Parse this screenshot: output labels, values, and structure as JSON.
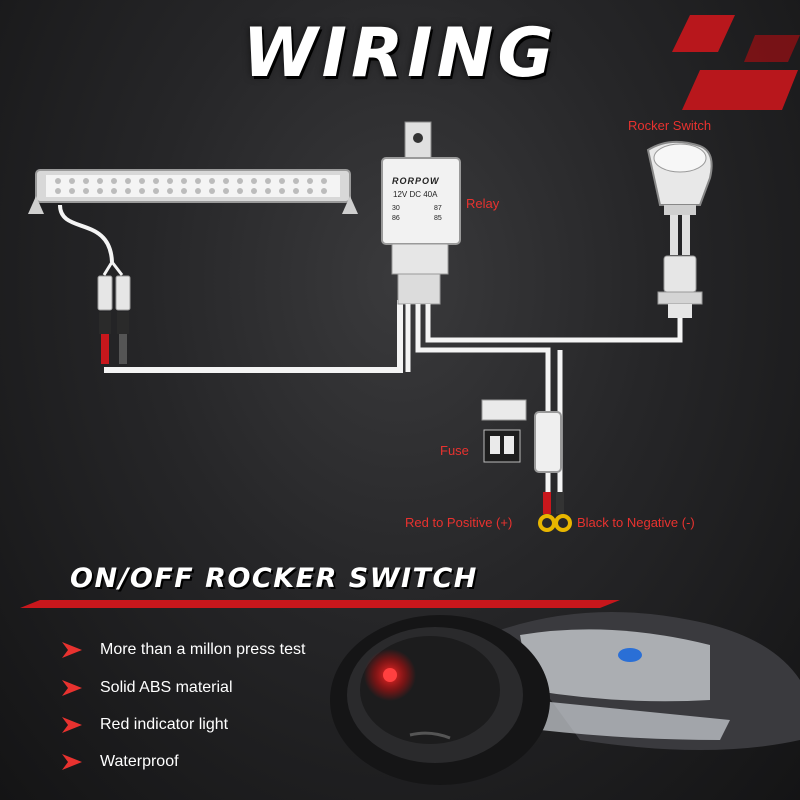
{
  "title": "WIRING",
  "labels": {
    "relay": "Relay",
    "rocker_switch": "Rocker Switch",
    "fuse": "Fuse",
    "red_to_positive": "Red to Positive (+)",
    "black_to_negative": "Black to Negative (-)"
  },
  "relay_text": {
    "brand": "RORPOW",
    "rating": "12V DC  40A",
    "pin30": "30",
    "pin87": "87",
    "pin86": "86",
    "pin85": "85"
  },
  "section_title": "ON/OFF ROCKER SWITCH",
  "features": [
    "More than a millon press test",
    "Solid ABS material",
    "Red indicator light",
    "Waterproof"
  ],
  "colors": {
    "accent": "#e8322f",
    "wire": "#f4f4f4",
    "background": "#262628"
  }
}
